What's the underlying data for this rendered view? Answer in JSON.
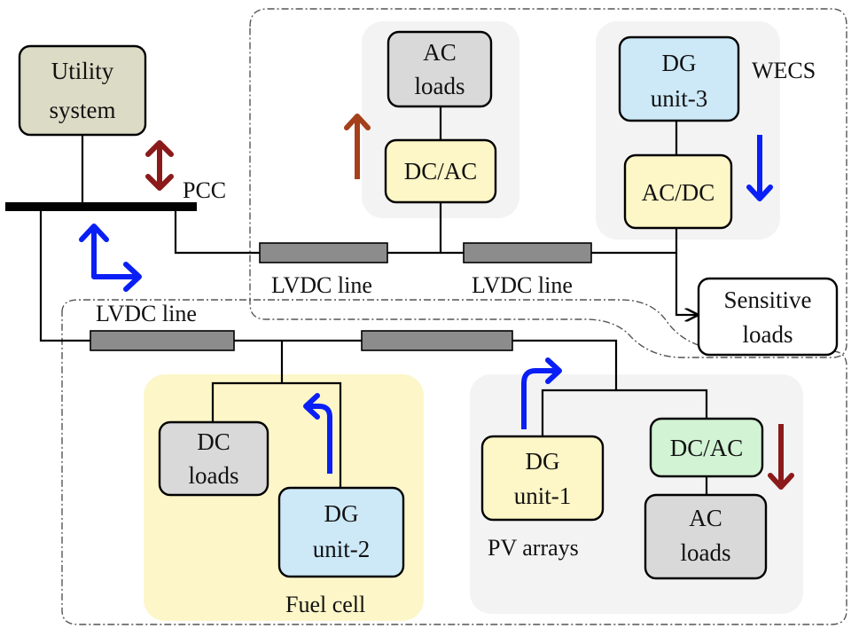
{
  "colors": {
    "utility": "#dcdcc6",
    "converter_yellow": "#fdf6c6",
    "dg_blue": "#cde9f8",
    "load_grey": "#d9d9d9",
    "converter_green": "#d2f3d4",
    "fuel_cell_panel": "#fcf6c9",
    "grey_panel": "#f3f3f3",
    "line_fill": "#8c8c8c",
    "arrow_blue": "#0a1ff5",
    "arrow_red": "#8b1a1a",
    "arrow_orange": "#a5401a"
  },
  "boxes": {
    "utility": [
      "Utility",
      "system"
    ],
    "ac_loads_top": [
      "AC",
      "loads"
    ],
    "dcac_top": [
      "DC/AC"
    ],
    "dg3": [
      "DG",
      "unit-3"
    ],
    "acdc": [
      "AC/DC"
    ],
    "sensitive": [
      "Sensitive",
      "loads"
    ],
    "dc_loads": [
      "DC",
      "loads"
    ],
    "dg2": [
      "DG",
      "unit-2"
    ],
    "dg1": [
      "DG",
      "unit-1"
    ],
    "dcac_bottom": [
      "DC/AC"
    ],
    "ac_loads_bottom": [
      "AC",
      "loads"
    ]
  },
  "labels": {
    "pcc": "PCC",
    "wecs": "WECS",
    "lvdc_1": "LVDC line",
    "lvdc_2": "LVDC line",
    "lvdc_3": "LVDC line",
    "fuel_cell": "Fuel cell",
    "pv_arrays": "PV arrays"
  }
}
